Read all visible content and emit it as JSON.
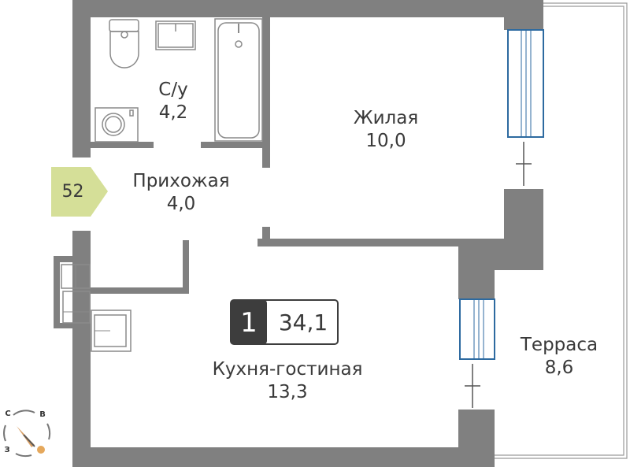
{
  "apartment": {
    "rooms_count": "1",
    "total_area": "34,1",
    "number": "52"
  },
  "rooms": [
    {
      "name": "С/у",
      "area": "4,2"
    },
    {
      "name": "Жилая",
      "area": "10,0"
    },
    {
      "name": "Прихожая",
      "area": "4,0"
    },
    {
      "name": "Кухня-гостиная",
      "area": "13,3"
    },
    {
      "name": "Терраса",
      "area": "8,6"
    }
  ],
  "compass": {
    "north": "С",
    "east": "В",
    "west": "З"
  },
  "colors": {
    "wall": "#808080",
    "badge": "#d5df98",
    "window": "#2d6aa0",
    "label_dark": "#3d3d3d"
  }
}
